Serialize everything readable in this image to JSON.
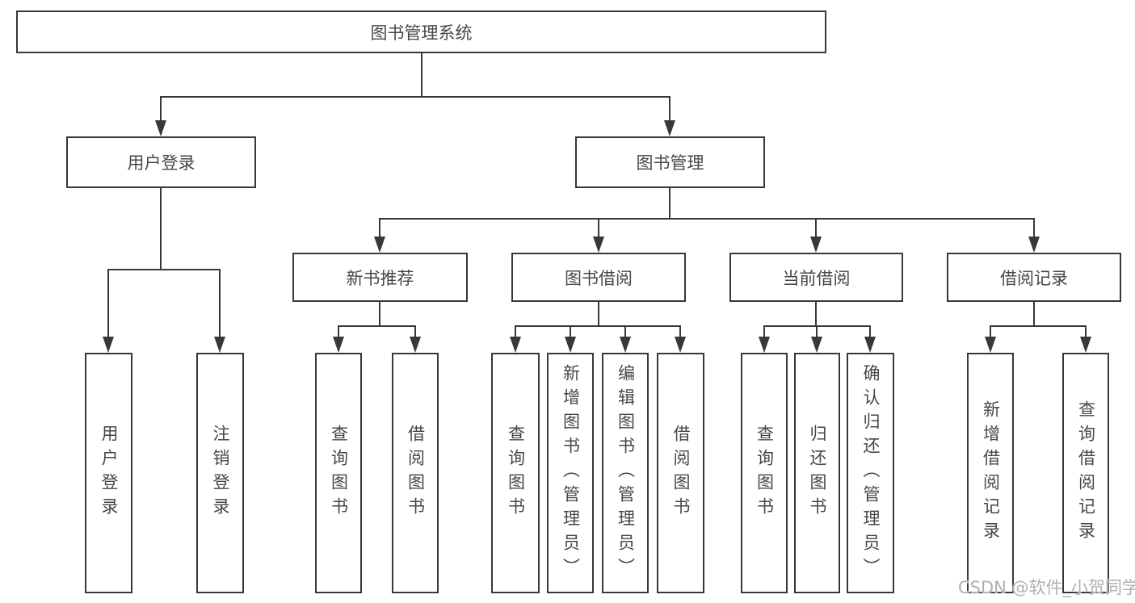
{
  "tree": {
    "root": {
      "label": "图书管理系统",
      "children": [
        {
          "label": "用户登录",
          "children": [
            {
              "label": "用户登录"
            },
            {
              "label": "注销登录"
            }
          ]
        },
        {
          "label": "图书管理",
          "children": [
            {
              "label": "新书推荐",
              "children": [
                {
                  "label": "查询图书"
                },
                {
                  "label": "借阅图书"
                }
              ]
            },
            {
              "label": "图书借阅",
              "children": [
                {
                  "label": "查询图书"
                },
                {
                  "label": "新增图书（管理员）"
                },
                {
                  "label": "编辑图书（管理员）"
                },
                {
                  "label": "借阅图书"
                }
              ]
            },
            {
              "label": "当前借阅",
              "children": [
                {
                  "label": "查询图书"
                },
                {
                  "label": "归还图书"
                },
                {
                  "label": "确认归还（管理员）"
                }
              ]
            },
            {
              "label": "借阅记录",
              "children": [
                {
                  "label": "新增借阅记录"
                },
                {
                  "label": "查询借阅记录"
                }
              ]
            }
          ]
        }
      ]
    }
  },
  "watermark": {
    "text": "CSDN @软件_小贺同学"
  },
  "colors": {
    "line": "#383838",
    "box_border": "#383838",
    "box_background": "#ffffff",
    "text": "#474747",
    "watermark": "#b0b0b0",
    "page_background": "#ffffff"
  }
}
